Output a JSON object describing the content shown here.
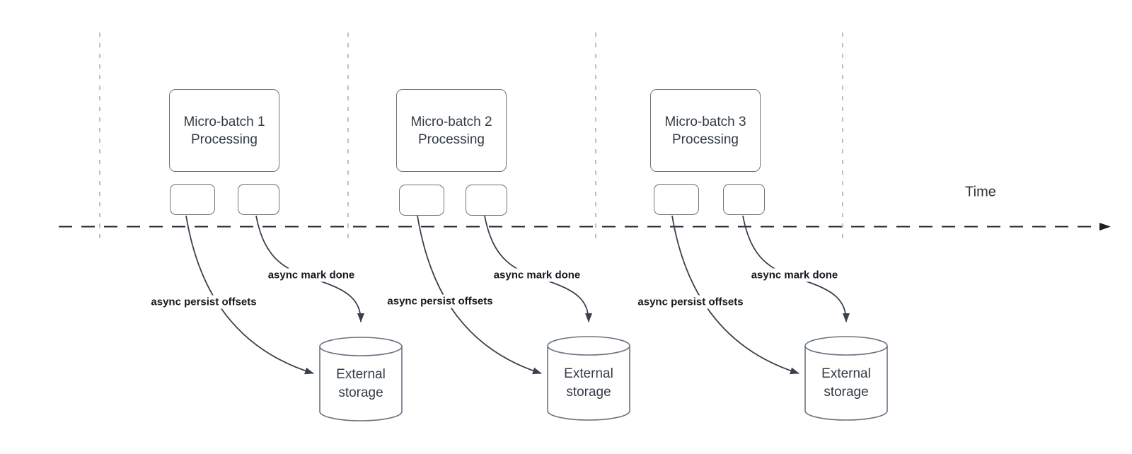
{
  "time_label": "Time",
  "batches": [
    {
      "box_line1": "Micro-batch 1",
      "box_line2": "Processing",
      "persist_label": "async persist offsets",
      "mark_label": "async mark done",
      "storage_line1": "External",
      "storage_line2": "storage"
    },
    {
      "box_line1": "Micro-batch 2",
      "box_line2": "Processing",
      "persist_label": "async persist offsets",
      "mark_label": "async mark done",
      "storage_line1": "External",
      "storage_line2": "storage"
    },
    {
      "box_line1": "Micro-batch 3",
      "box_line2": "Processing",
      "persist_label": "async persist offsets",
      "mark_label": "async mark done",
      "storage_line1": "External",
      "storage_line2": "storage"
    }
  ],
  "colors": {
    "axis_color": "#1c2026",
    "guide_gray": "#a7abb0",
    "arrow_color": "#3a414d",
    "shape_border": "#6b7380",
    "text_dark": "#333b45",
    "label_dark": "#16191d"
  }
}
